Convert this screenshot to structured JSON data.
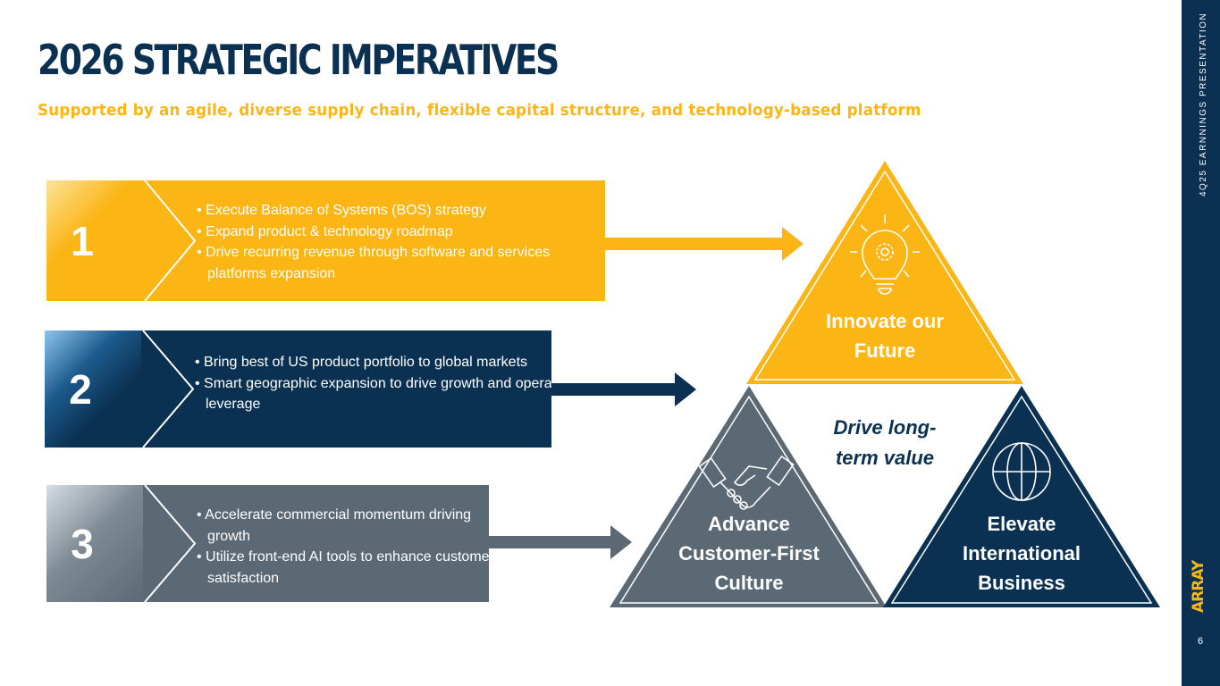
{
  "header": {
    "title": "2026 STRATEGIC IMPERATIVES",
    "subtitle": "Supported by an agile, diverse supply chain, flexible capital structure, and technology-based platform"
  },
  "sidebar": {
    "presentation": "4Q25 EARNNINGS PRESENTATION",
    "logo": "ARRAY",
    "page": "6"
  },
  "imperatives": [
    {
      "number": "1",
      "bullets": [
        "• Execute Balance of Systems (BOS) strategy",
        "• Expand product & technology roadmap",
        "• Drive recurring revenue through software and services platforms expansion"
      ]
    },
    {
      "number": "2",
      "bullets": [
        "• Bring best of US product portfolio to global markets",
        "• Smart geographic expansion to drive growth and operating leverage"
      ]
    },
    {
      "number": "3",
      "bullets": [
        "• Accelerate commercial momentum driving growth",
        "• Utilize front-end AI tools to enhance customer satisfaction"
      ]
    }
  ],
  "pillars": {
    "top": "Innovate our Future",
    "left": "Advance Customer-First Culture",
    "right": "Elevate International Business",
    "center": "Drive long-term value"
  },
  "colors": {
    "yellow": "#fbb514",
    "navy": "#0b3152",
    "gray": "#5b6975"
  }
}
